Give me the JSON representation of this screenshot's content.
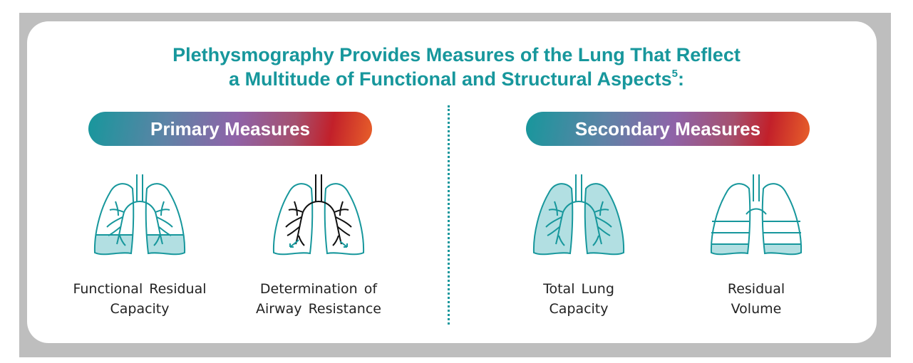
{
  "title": {
    "line1": "Plethysmography Provides Measures of the Lung That Reflect",
    "line2": "a Multitude of Functional and Structural Aspects",
    "superscript": "5",
    "suffix": ":"
  },
  "primary": {
    "label": "Primary Measures",
    "items": [
      {
        "line1": "Functional Residual",
        "line2": "Capacity",
        "icon": "lungs-partial-fill-icon"
      },
      {
        "line1": "Determination of",
        "line2": "Airway Resistance",
        "icon": "lungs-airway-icon"
      }
    ]
  },
  "secondary": {
    "label": "Secondary Measures",
    "items": [
      {
        "line1": "Total Lung",
        "line2": "Capacity",
        "icon": "lungs-full-fill-icon"
      },
      {
        "line1": "Residual",
        "line2": "Volume",
        "icon": "lungs-residual-icon"
      }
    ]
  },
  "colors": {
    "teal": "#17979c",
    "fill": "#b2dfe2"
  }
}
